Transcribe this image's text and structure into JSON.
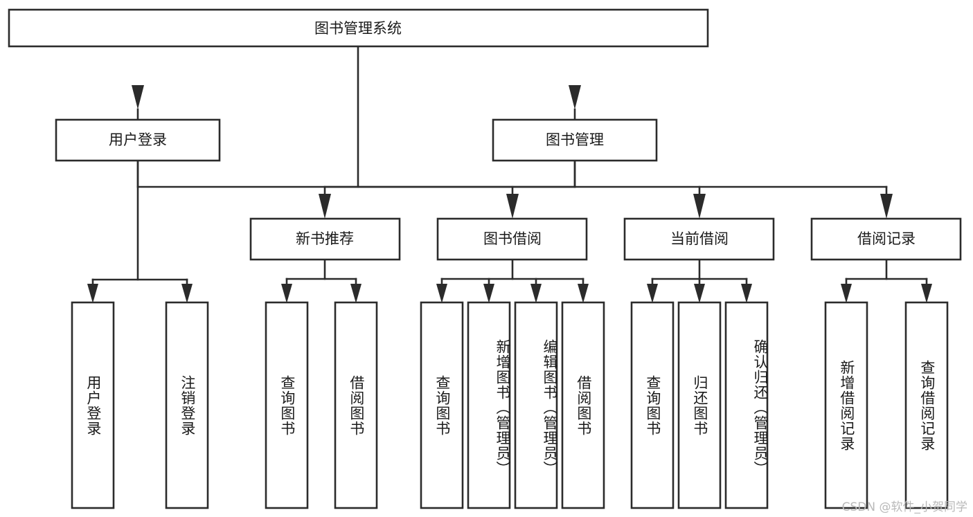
{
  "diagram": {
    "title": "图书管理系统",
    "type": "hierarchy-tree",
    "watermark": "CSDN @软件_小贺同学",
    "colors": {
      "stroke": "#2b2b2b",
      "fill": "#ffffff",
      "text": "#1a1a1a",
      "watermark": "#b9b9b9"
    },
    "root": {
      "label": "图书管理系统"
    },
    "level2": [
      {
        "label": "用户登录"
      },
      {
        "label": "图书管理"
      }
    ],
    "level3": [
      {
        "label": "新书推荐"
      },
      {
        "label": "图书借阅"
      },
      {
        "label": "当前借阅"
      },
      {
        "label": "借阅记录"
      }
    ],
    "leaves": {
      "user_login": [
        {
          "label": "用户登录"
        },
        {
          "label": "注销登录"
        }
      ],
      "new_book": [
        {
          "label": "查询图书"
        },
        {
          "label": "借阅图书"
        }
      ],
      "book_borrow": [
        {
          "label": "查询图书"
        },
        {
          "label": "新增图书（管理员）"
        },
        {
          "label": "编辑图书（管理员）"
        },
        {
          "label": "借阅图书"
        }
      ],
      "current_borrow": [
        {
          "label": "查询图书"
        },
        {
          "label": "归还图书"
        },
        {
          "label": "确认归还（管理员）"
        }
      ],
      "borrow_record": [
        {
          "label": "新增借阅记录"
        },
        {
          "label": "查询借阅记录"
        }
      ]
    }
  }
}
